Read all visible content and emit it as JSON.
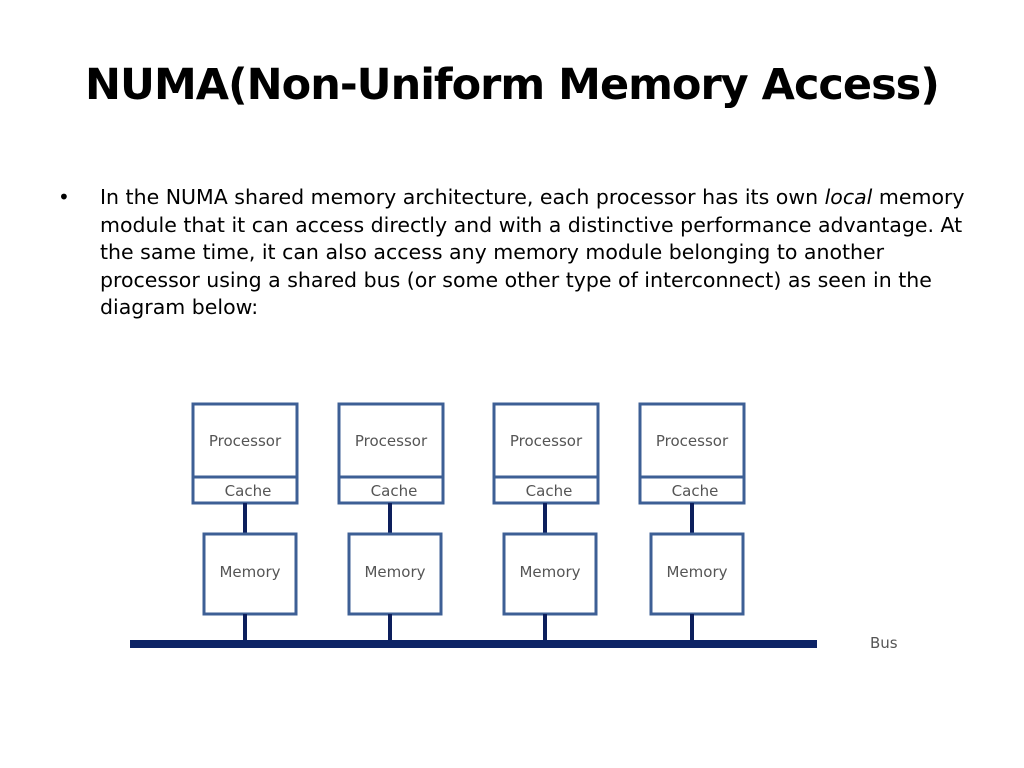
{
  "slide": {
    "title": "NUMA(Non-Uniform Memory Access)",
    "bullets": [
      {
        "marker": "•",
        "text_before": "In the NUMA shared memory architecture, each processor has its own ",
        "text_italic": "local",
        "text_after": " memory module that it can access directly and with a distinctive performance advantage. At the same time, it can also access any memory module belonging to another processor using a shared bus (or some other type of interconnect) as seen in the diagram below:"
      }
    ]
  },
  "diagram": {
    "nodes": [
      {
        "processor_label": "Processor",
        "cache_label": "Cache",
        "memory_label": "Memory"
      },
      {
        "processor_label": "Processor",
        "cache_label": "Cache",
        "memory_label": "Memory"
      },
      {
        "processor_label": "Processor",
        "cache_label": "Cache",
        "memory_label": "Memory"
      },
      {
        "processor_label": "Processor",
        "cache_label": "Cache",
        "memory_label": "Memory"
      }
    ],
    "bus_label": "Bus",
    "colors": {
      "box_border": "#3d5f95",
      "connector": "#0d1f5c",
      "bus": "#0d2466",
      "label": "#555555"
    }
  }
}
